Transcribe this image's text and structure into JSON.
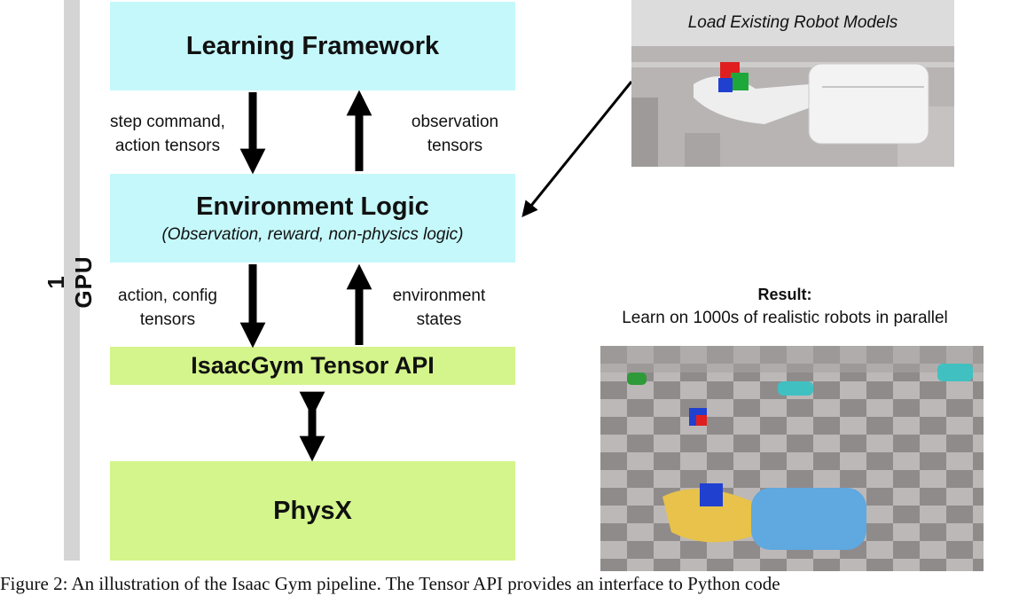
{
  "side_label": "1 GPU",
  "learning_framework": {
    "title": "Learning Framework"
  },
  "environment_logic": {
    "title": "Environment Logic",
    "subtitle": "(Observation, reward, non-physics logic)"
  },
  "tensor_api": {
    "title": "IsaacGym Tensor API"
  },
  "physx": {
    "title": "PhysX"
  },
  "arrows": {
    "down1": "step command,\naction tensors",
    "up1": "observation\ntensors",
    "down2": "action, config\ntensors",
    "up2": "environment\nstates"
  },
  "robot_model": {
    "title": "Load Existing Robot Models"
  },
  "result": {
    "title": "Result:",
    "subtitle": "Learn on 1000s of realistic robots in parallel"
  },
  "caption": "Figure 2: An illustration of the Isaac Gym pipeline. The Tensor API provides an interface to Python code"
}
